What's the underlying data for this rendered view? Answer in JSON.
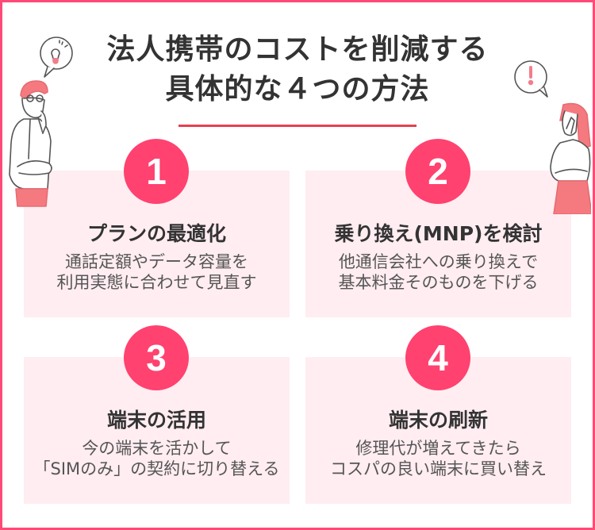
{
  "title": {
    "line1": "法人携帯のコストを削減する",
    "line2": "具体的な４つの方法"
  },
  "colors": {
    "border": "#ff4a78",
    "accent": "#ff426f",
    "divider": "#e8404f",
    "card_bg": "#ffedf1",
    "heading_text": "#333333",
    "body_text": "#555555"
  },
  "illustrations": {
    "left": {
      "icon": "lightbulb-icon",
      "figure": "man-thinking"
    },
    "right": {
      "icon": "exclamation-icon",
      "figure": "woman-thinking"
    }
  },
  "methods": [
    {
      "number": "1",
      "heading": "プランの最適化",
      "lines": [
        "通話定額やデータ容量を",
        "利用実態に合わせて見直す"
      ]
    },
    {
      "number": "2",
      "heading": "乗り換え(MNP)を検討",
      "lines": [
        "他通信会社への乗り換えで",
        "基本料金そのものを下げる"
      ]
    },
    {
      "number": "3",
      "heading": "端末の活用",
      "lines": [
        "今の端末を活かして",
        "「SIMのみ」の契約に切り替える"
      ]
    },
    {
      "number": "4",
      "heading": "端末の刷新",
      "lines": [
        "修理代が増えてきたら",
        "コスパの良い端末に買い替え"
      ]
    }
  ]
}
